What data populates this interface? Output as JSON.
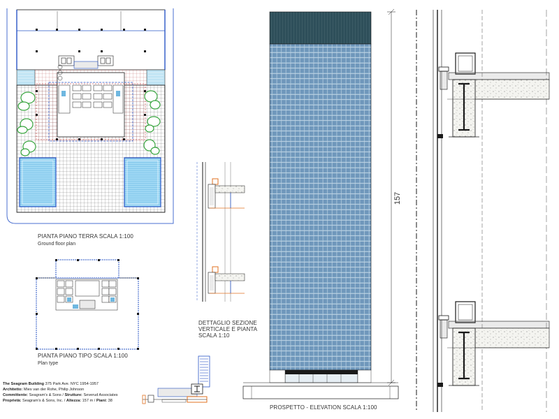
{
  "ground_floor": {
    "title": "PIANTA PIANO TERRA  SCALA 1:100",
    "subtitle": "Ground floor plan"
  },
  "typical_floor": {
    "title": "PIANTA PIANO TIPO SCALA 1:100",
    "subtitle": "Plan type"
  },
  "detail": {
    "line1": "DETTAGLIO SEZIONE",
    "line2": "VERTICALE E PIANTA",
    "line3": "SCALA 1:10"
  },
  "elevation": {
    "caption": "PROSPETTO  - ELEVATION      SCALA 1:100",
    "height_dimension": "157"
  },
  "info": {
    "building_label": "The Seagram Building",
    "building_value": " 375 Park Ave. NYC 1954-1957",
    "architect_label": "Architetto:",
    "architect_value": " Mies van der Rohe, Philip Johnson",
    "client_label": "Committente:",
    "client_value": " Seagram's & Sons  / ",
    "structure_label": "Strutture:",
    "structure_value": " Severud Associates",
    "owner_label": "Proprietà:",
    "owner_value": " Seagram's & Sons, Inc.  /  ",
    "height_label": "Altezza:",
    "height_value": " 157 m  /  ",
    "floors_label": "Piani:",
    "floors_value": " 38"
  },
  "colors": {
    "line": "#1a1a1a",
    "blue": "#2a56c6",
    "pool": "#8fd0f0",
    "green": "#3aa640",
    "red": "#c02020",
    "orange": "#e07020",
    "glass_dark": "#2e4f5a",
    "glass": "#7fa8c8"
  }
}
